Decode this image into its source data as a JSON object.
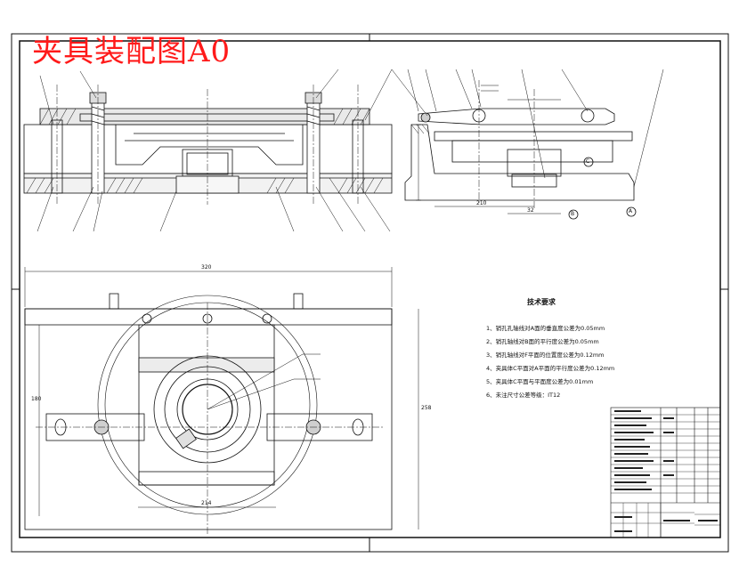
{
  "drawing": {
    "title": "夹具装配图A0",
    "accent_color": "#ff1a1a",
    "line_color": "#111111"
  },
  "technical_requirements": {
    "heading": "技术要求",
    "items": [
      "1、销孔孔轴线对A面的垂直度公差为0.05mm",
      "2、销孔轴线对B面的平行度公差为0.05mm",
      "3、销孔轴线对F平面的位置度公差为0.12mm",
      "4、夹具体C平面对A平面的平行度公差为0.12mm",
      "5、夹具体C平面与平面度公差为0.01mm",
      "6、未注尺寸公差等级：IT12"
    ]
  },
  "dimensions": {
    "top_overall": "320",
    "right_overall": "258",
    "left_height": "180",
    "bottom_width": "214",
    "side_length": "210",
    "side_small": "32"
  },
  "datums": [
    "A",
    "B",
    "C"
  ]
}
